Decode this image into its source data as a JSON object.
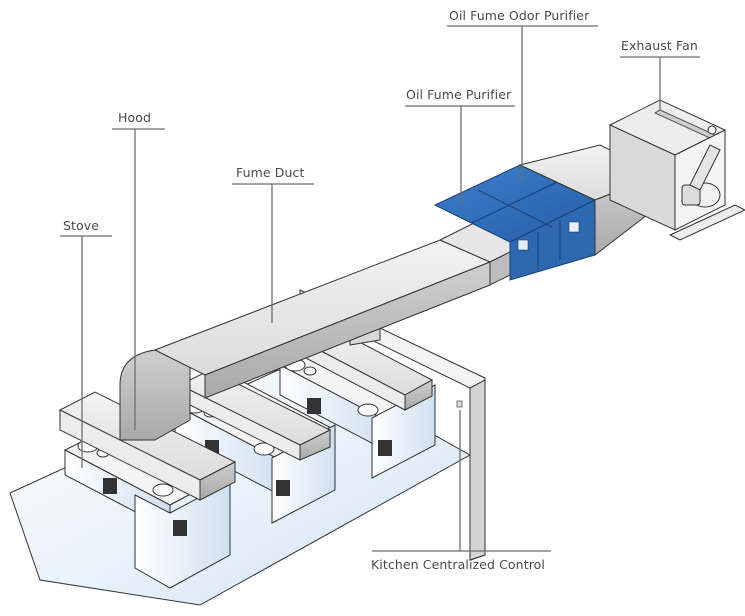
{
  "title": "Kitchen Oil Fume Extraction System",
  "labels": {
    "oil_fume_odor_purifier": "Oil Fume Odor Purifier",
    "exhaust_fan": "Exhaust Fan",
    "oil_fume_purifier": "Oil Fume Purifier",
    "hood": "Hood",
    "fume_duct": "Fume Duct",
    "stove": "Stove",
    "kitchen_centralized_control": "Kitchen Centralized Control"
  },
  "colors": {
    "purifier_blue": "#2f6db5",
    "duct_gray": "#d9d9d9",
    "floor_blue": "#dce9f5",
    "leader_line": "#6e6e6e",
    "label_text": "#4a4a4a"
  }
}
